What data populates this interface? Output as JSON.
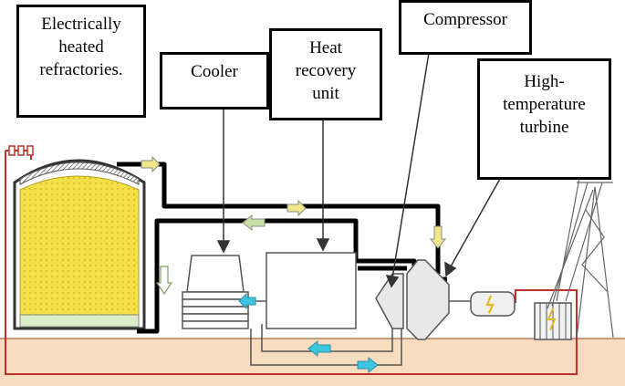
{
  "labels": {
    "refractories": "Electrically\nheated\nrefractories.",
    "cooler": "Cooler",
    "heat_recovery": "Heat\nrecovery\nunit",
    "compressor": "Compressor",
    "turbine": "High-\ntemperature\nturbine"
  },
  "colors": {
    "ground": "#f7dcc0",
    "ground_line": "#b0805a",
    "refractory_fill": "#f4e14a",
    "pipe": "#000000",
    "cold_pipe": "#d9a38a",
    "red_wire": "#c0302a",
    "arrow_warm": "#f0e68c",
    "arrow_cool": "#c8e0a8",
    "arrow_cyan": "#3ec6e0"
  }
}
